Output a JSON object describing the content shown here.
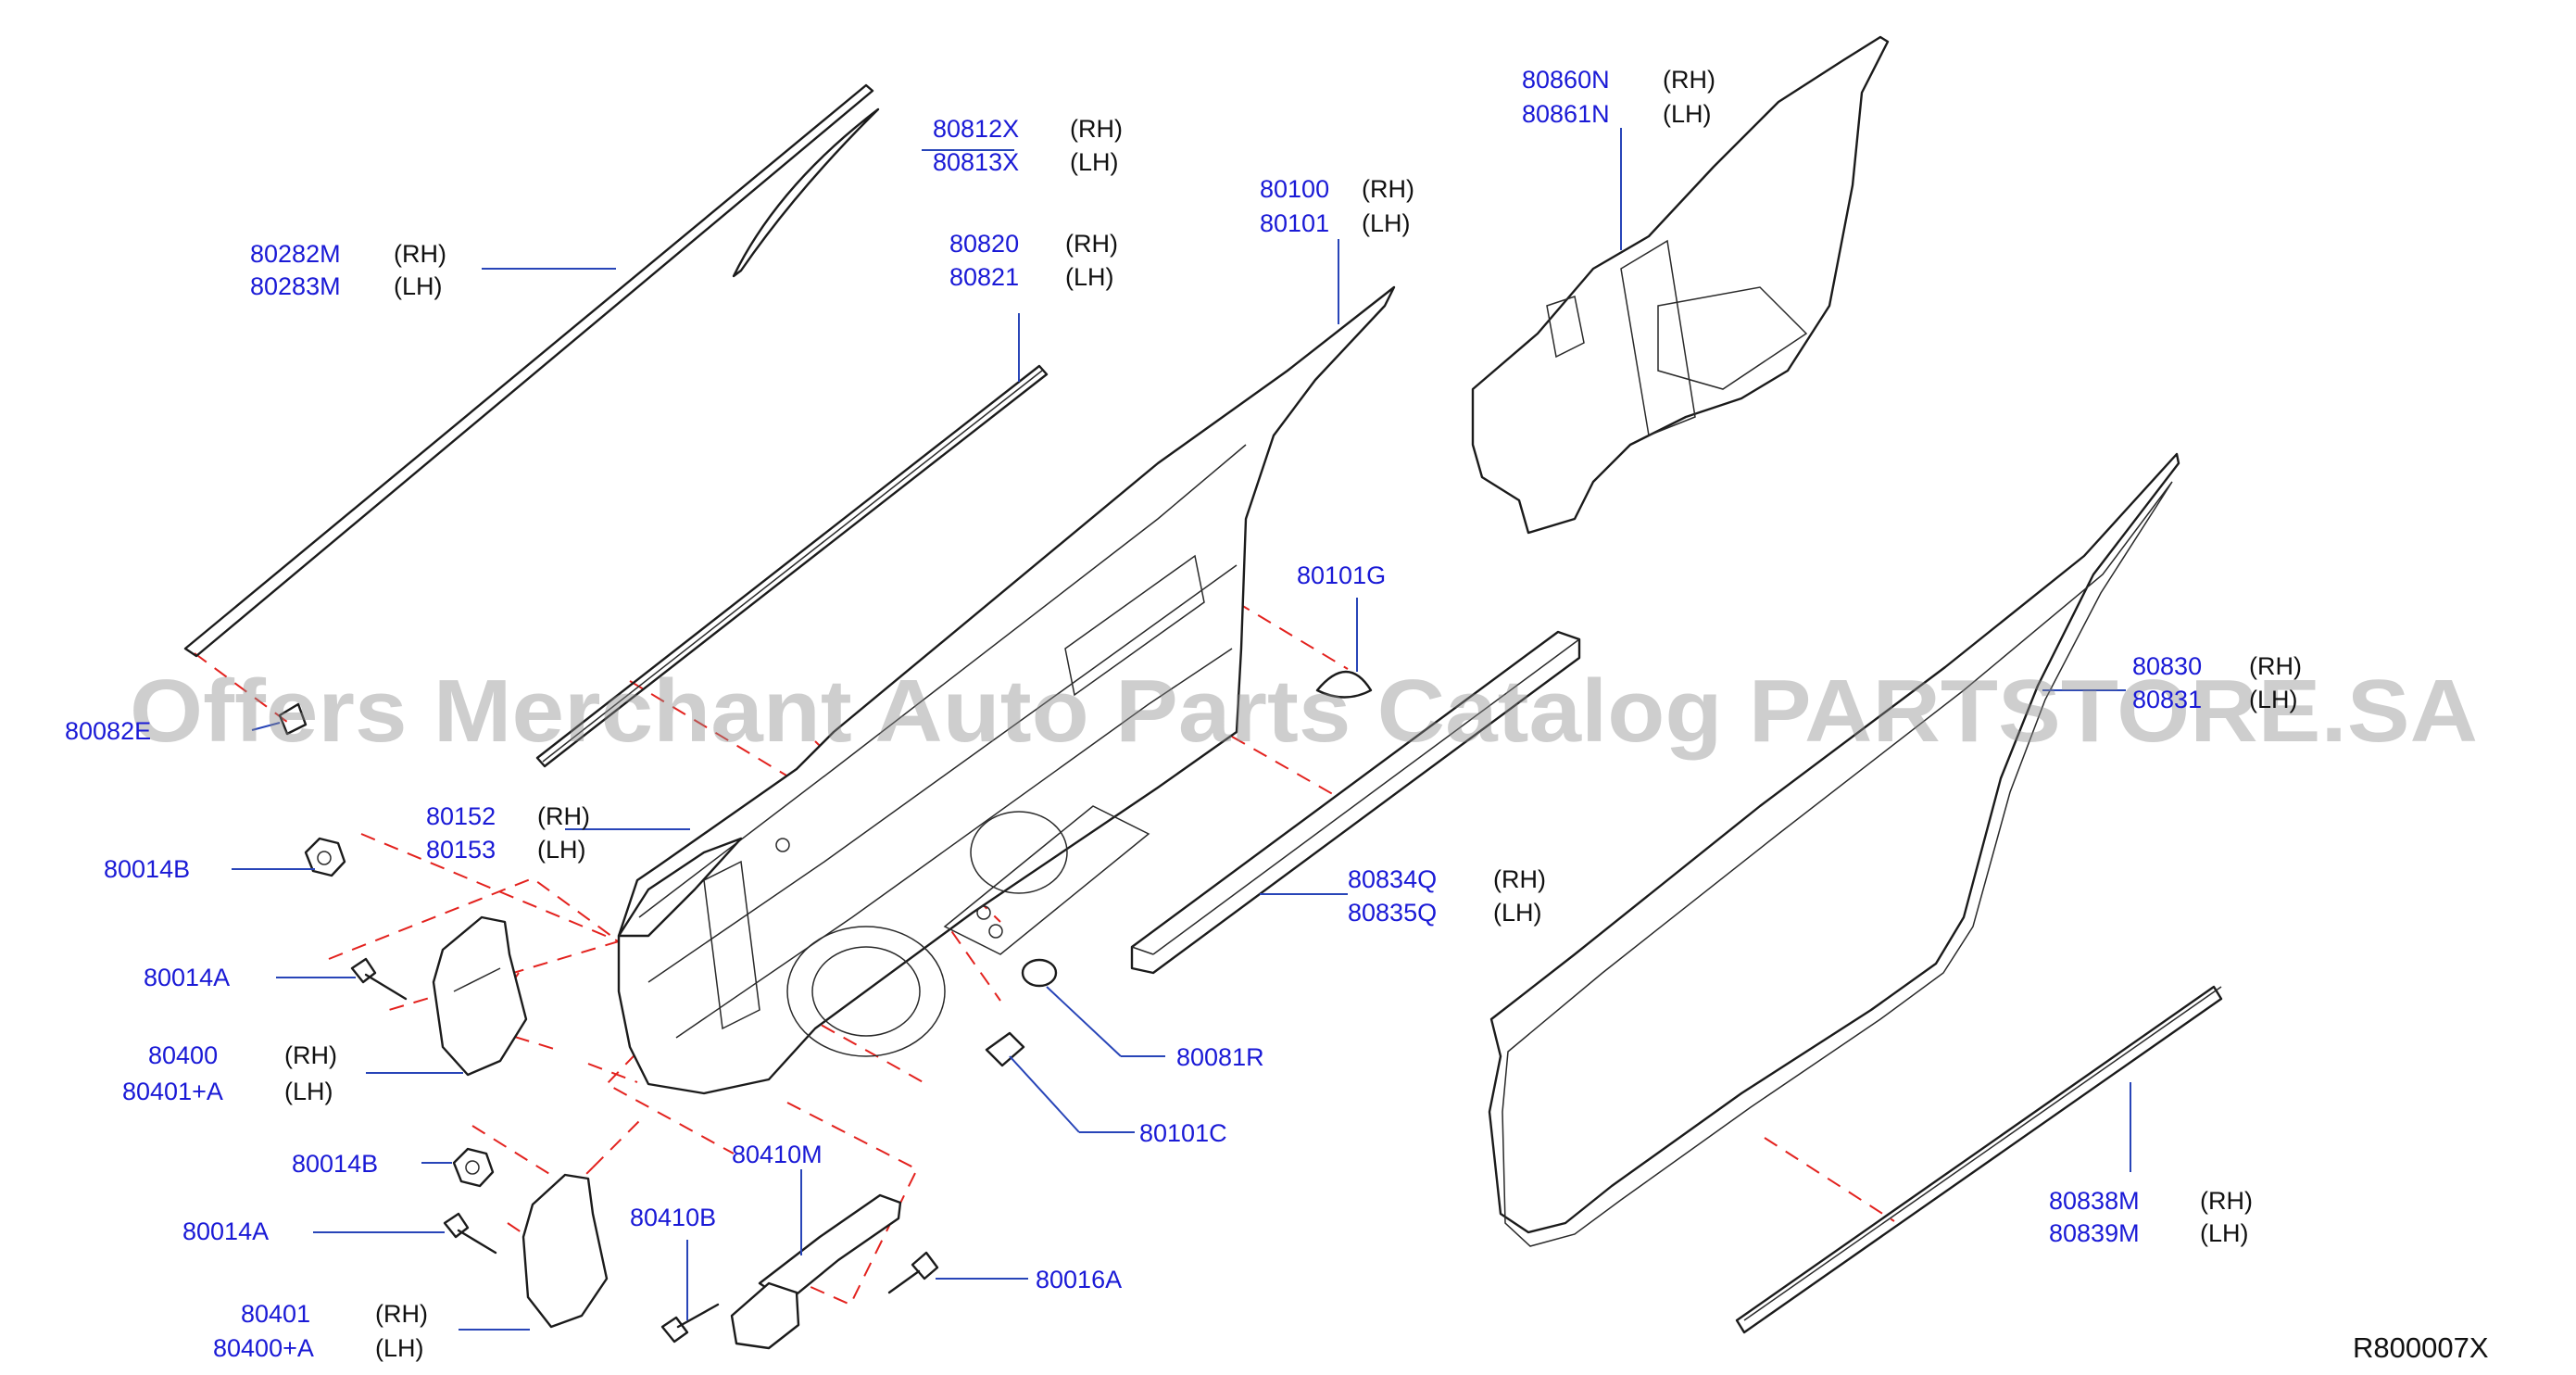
{
  "callouts": {
    "c80282": {
      "pn": [
        "80282M",
        "80283M"
      ],
      "side": [
        "(RH)",
        "(LH)"
      ]
    },
    "c80812": {
      "pn": [
        "80812X",
        "80813X"
      ],
      "side": [
        "(RH)",
        "(LH)"
      ]
    },
    "c80820": {
      "pn": [
        "80820",
        "80821"
      ],
      "side": [
        "(RH)",
        "(LH)"
      ]
    },
    "c80100": {
      "pn": [
        "80100",
        "80101"
      ],
      "side": [
        "(RH)",
        "(LH)"
      ]
    },
    "c80860": {
      "pn": [
        "80860N",
        "80861N"
      ],
      "side": [
        "(RH)",
        "(LH)"
      ]
    },
    "c80101g": {
      "pn": [
        "80101G"
      ]
    },
    "c80082": {
      "pn": [
        "80082E"
      ]
    },
    "c80830": {
      "pn": [
        "80830",
        "80831"
      ],
      "side": [
        "(RH)",
        "(LH)"
      ]
    },
    "c80152": {
      "pn": [
        "80152",
        "80153"
      ],
      "side": [
        "(RH)",
        "(LH)"
      ]
    },
    "c80014b_1": {
      "pn": [
        "80014B"
      ]
    },
    "c80014a_1": {
      "pn": [
        "80014A"
      ]
    },
    "c80400": {
      "pn": [
        "80400",
        "80401+A"
      ],
      "side": [
        "(RH)",
        "(LH)"
      ]
    },
    "c80834": {
      "pn": [
        "80834Q",
        "80835Q"
      ],
      "side": [
        "(RH)",
        "(LH)"
      ]
    },
    "c80081r": {
      "pn": [
        "80081R"
      ]
    },
    "c80101c": {
      "pn": [
        "80101C"
      ]
    },
    "c80014b_2": {
      "pn": [
        "80014B"
      ]
    },
    "c80014a_2": {
      "pn": [
        "80014A"
      ]
    },
    "c80410m": {
      "pn": [
        "80410M"
      ]
    },
    "c80410b": {
      "pn": [
        "80410B"
      ]
    },
    "c80016a": {
      "pn": [
        "80016A"
      ]
    },
    "c80401": {
      "pn": [
        "80401",
        "80400+A"
      ],
      "side": [
        "(RH)",
        "(LH)"
      ]
    },
    "c80838": {
      "pn": [
        "80838M",
        "80839M"
      ],
      "side": [
        "(RH)",
        "(LH)"
      ]
    }
  },
  "reference": "R800007X",
  "watermark": "Offers Merchant Auto Parts Catalog PARTSTORE.SA"
}
